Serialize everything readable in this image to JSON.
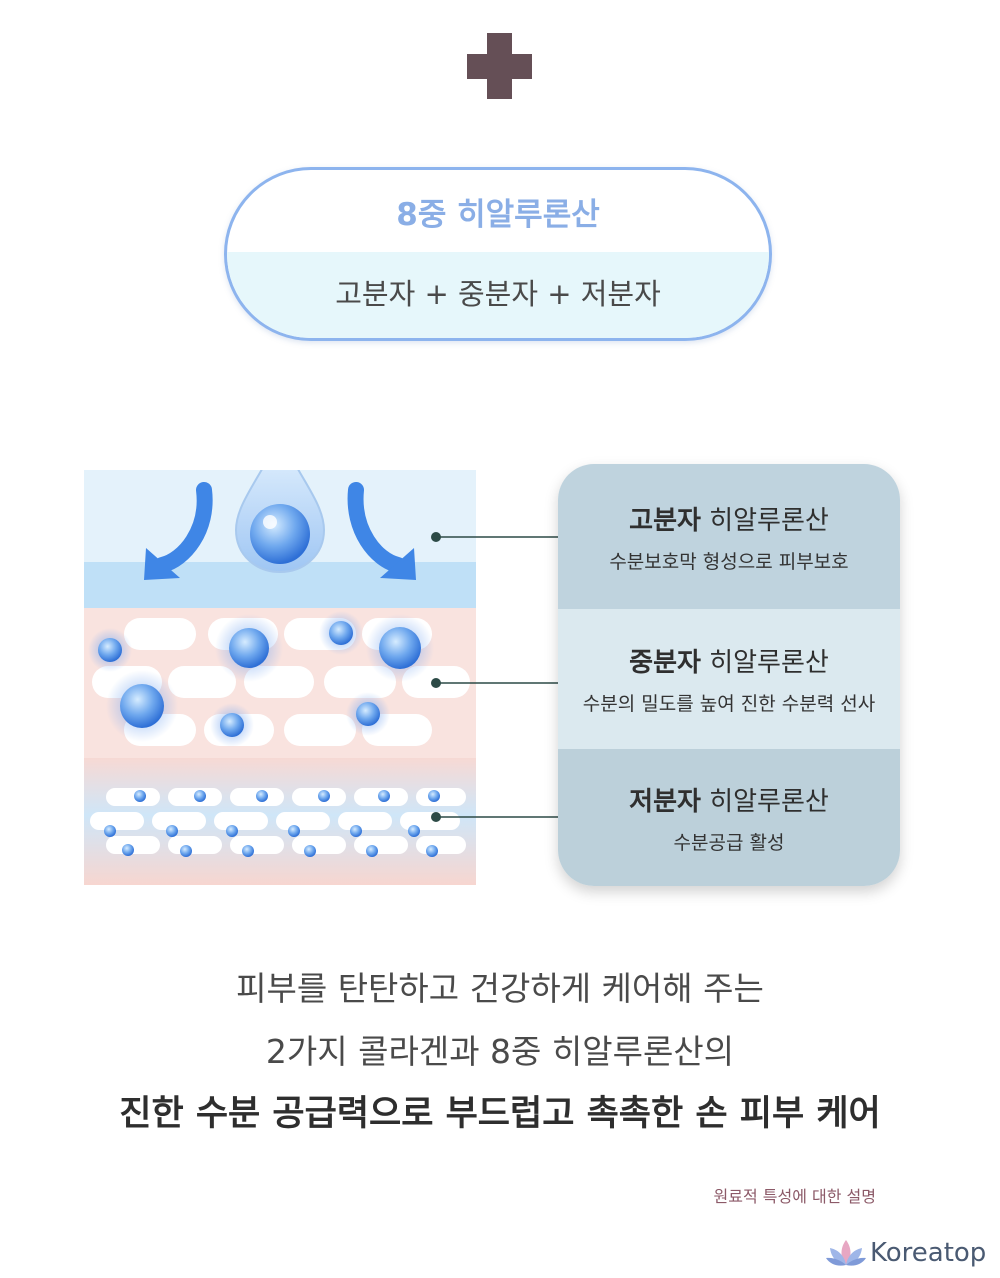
{
  "header": {
    "plus_icon": "plus-icon",
    "plus_color": "#654f56"
  },
  "pill": {
    "title": "8중 히알루론산",
    "subtitle": "고분자 + 중분자 + 저분자",
    "title_color": "#8aaee6",
    "border_color": "#8db4ee"
  },
  "layers": [
    {
      "title_bold": "고분자",
      "title_rest": " 히알루론산",
      "desc": "수분보호막 형성으로 피부보호"
    },
    {
      "title_bold": "중분자",
      "title_rest": " 히알루론산",
      "desc": "수분의 밀도를 높여 진한 수분력 선사"
    },
    {
      "title_bold": "저분자",
      "title_rest": " 히알루론산",
      "desc": "수분공급 활성"
    }
  ],
  "caption": {
    "line1": "피부를 탄탄하고 건강하게 케어해 주는",
    "line2": "2가지 콜라겐과  8중 히알루론산의",
    "line3": "진한 수분 공급력으로 부드럽고  촉촉한 손 피부 케어"
  },
  "note": "원료적 특성에 대한 설명",
  "logo": {
    "text": "Koreatop",
    "icon": "lotus-icon"
  }
}
